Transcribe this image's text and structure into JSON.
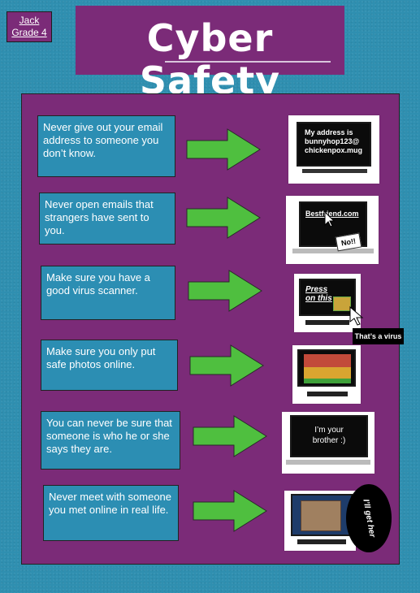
{
  "author": {
    "name": "Jack",
    "grade": "Grade 4"
  },
  "title": "Cyber Safety",
  "tips": [
    {
      "text": "Never give out your email address to someone you don’t know."
    },
    {
      "text": "Never open emails that strangers have sent to you."
    },
    {
      "text": "Make sure you have a good virus scanner."
    },
    {
      "text": "Make sure you only put safe photos online."
    },
    {
      "text": "You can never be sure that someone is who he or she says they are."
    },
    {
      "text": "Never meet with someone you met online in real life."
    }
  ],
  "screens": {
    "email": {
      "line1": "My address is",
      "line2": "bunnyhop123@",
      "line3": "chickenpox.mug"
    },
    "link": {
      "site": "Bestfriend.com",
      "bubble": "No!!"
    },
    "virus": {
      "press": "Press on this",
      "tooltip": "That’s a virus"
    },
    "brother": {
      "line1": "I’m your",
      "line2": "brother :)"
    },
    "meet": {
      "speech": "I’ll get her"
    }
  },
  "colors": {
    "background": "#2f8fb0",
    "purple": "#7b2b78",
    "tip_blue": "#2c8eb3",
    "arrow_green": "#4fbf3f"
  }
}
